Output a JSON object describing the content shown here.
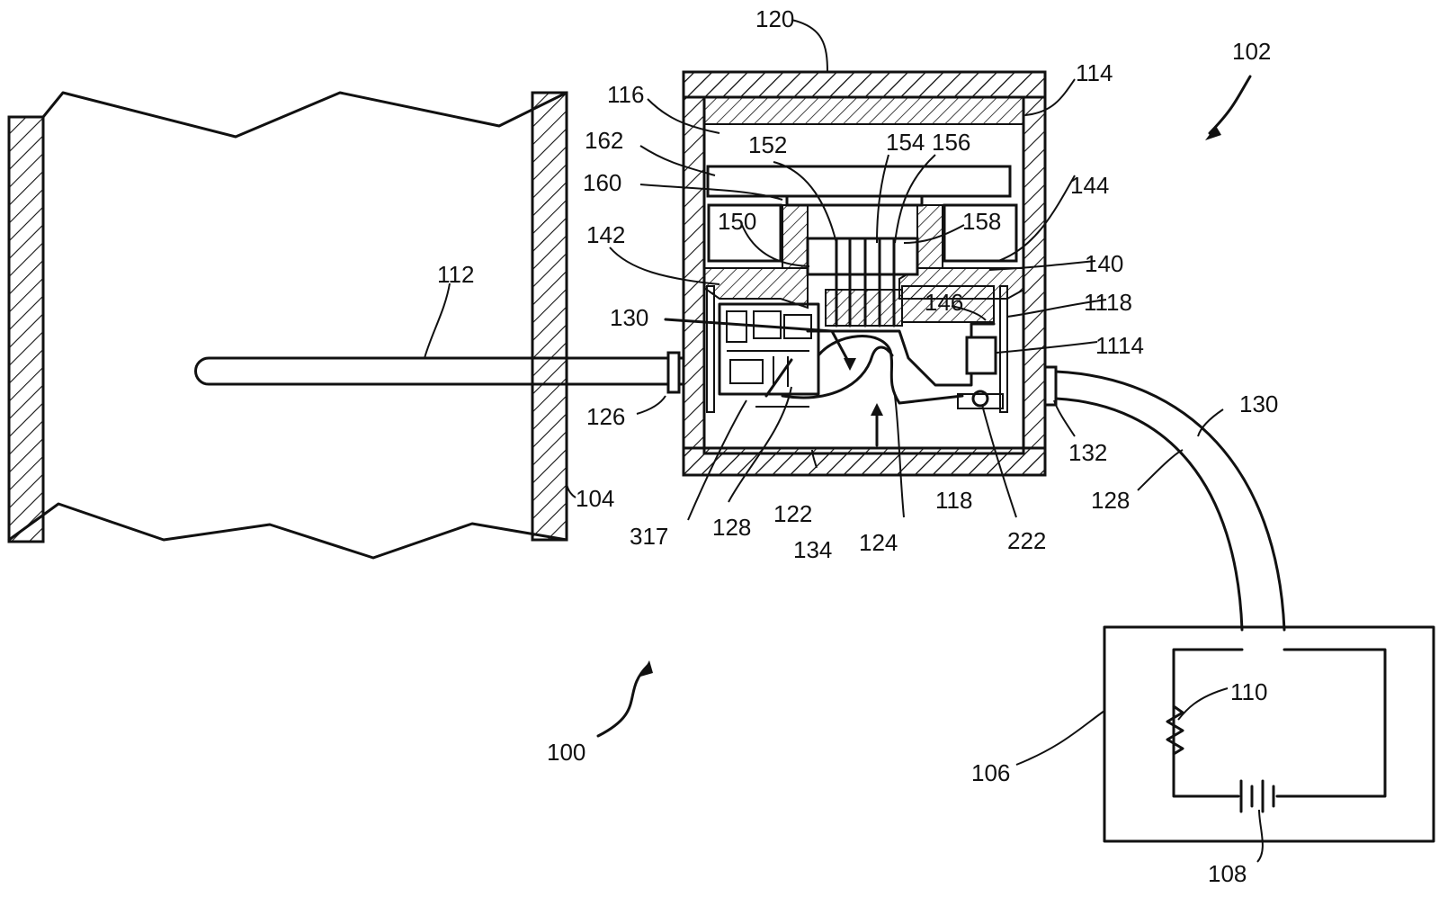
{
  "labels": {
    "l100": "100",
    "l102": "102",
    "l104": "104",
    "l106": "106",
    "l108": "108",
    "l110": "110",
    "l112": "112",
    "l114": "114",
    "l116": "116",
    "l118": "118",
    "l120": "120",
    "l122": "122",
    "l124": "124",
    "l126": "126",
    "l128a": "128",
    "l128b": "128",
    "l130a": "130",
    "l130b": "130",
    "l132": "132",
    "l134": "134",
    "l140": "140",
    "l142": "142",
    "l144": "144",
    "l146": "146",
    "l150": "150",
    "l152": "152",
    "l154": "154",
    "l156": "156",
    "l158": "158",
    "l160": "160",
    "l162": "162",
    "l222": "222",
    "l317": "317",
    "l1114": "1114",
    "l1118": "1118"
  }
}
